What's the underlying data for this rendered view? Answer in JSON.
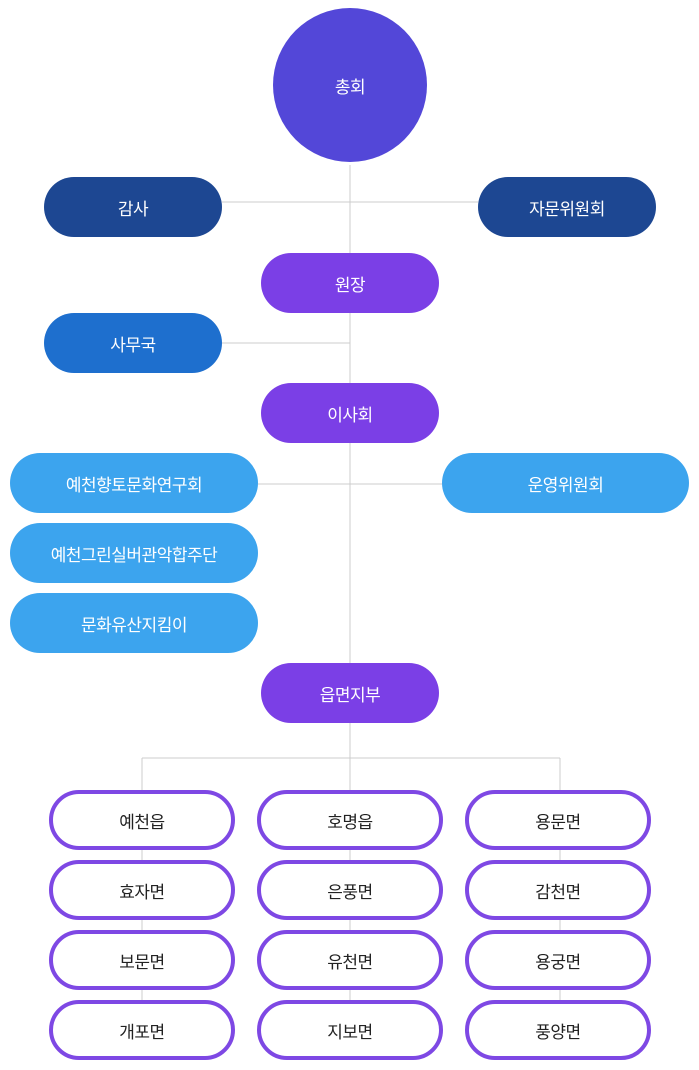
{
  "root": {
    "label": "총회"
  },
  "audit": {
    "label": "감사"
  },
  "advisory": {
    "label": "자문위원회"
  },
  "director": {
    "label": "원장"
  },
  "secretariat": {
    "label": "사무국"
  },
  "board": {
    "label": "이사회"
  },
  "research_group": {
    "label": "예천향토문화연구회"
  },
  "silver_band": {
    "label": "예천그린실버관악합주단"
  },
  "heritage_guard": {
    "label": "문화유산지킴이"
  },
  "operations": {
    "label": "운영위원회"
  },
  "branches": {
    "label": "읍면지부"
  },
  "branch_columns": [
    [
      "예천읍",
      "효자면",
      "보문면",
      "개포면"
    ],
    [
      "호명읍",
      "은풍면",
      "유천면",
      "지보면"
    ],
    [
      "용문면",
      "감천면",
      "용궁면",
      "풍양면"
    ]
  ],
  "colors": {
    "line": "#cccccc",
    "navy": "#1d4792",
    "blue": "#1e6fce",
    "purple": "#7b3fe6",
    "sky": "#3ca4ee",
    "indigo": "#5347d8",
    "outline": "#7e48e4"
  }
}
